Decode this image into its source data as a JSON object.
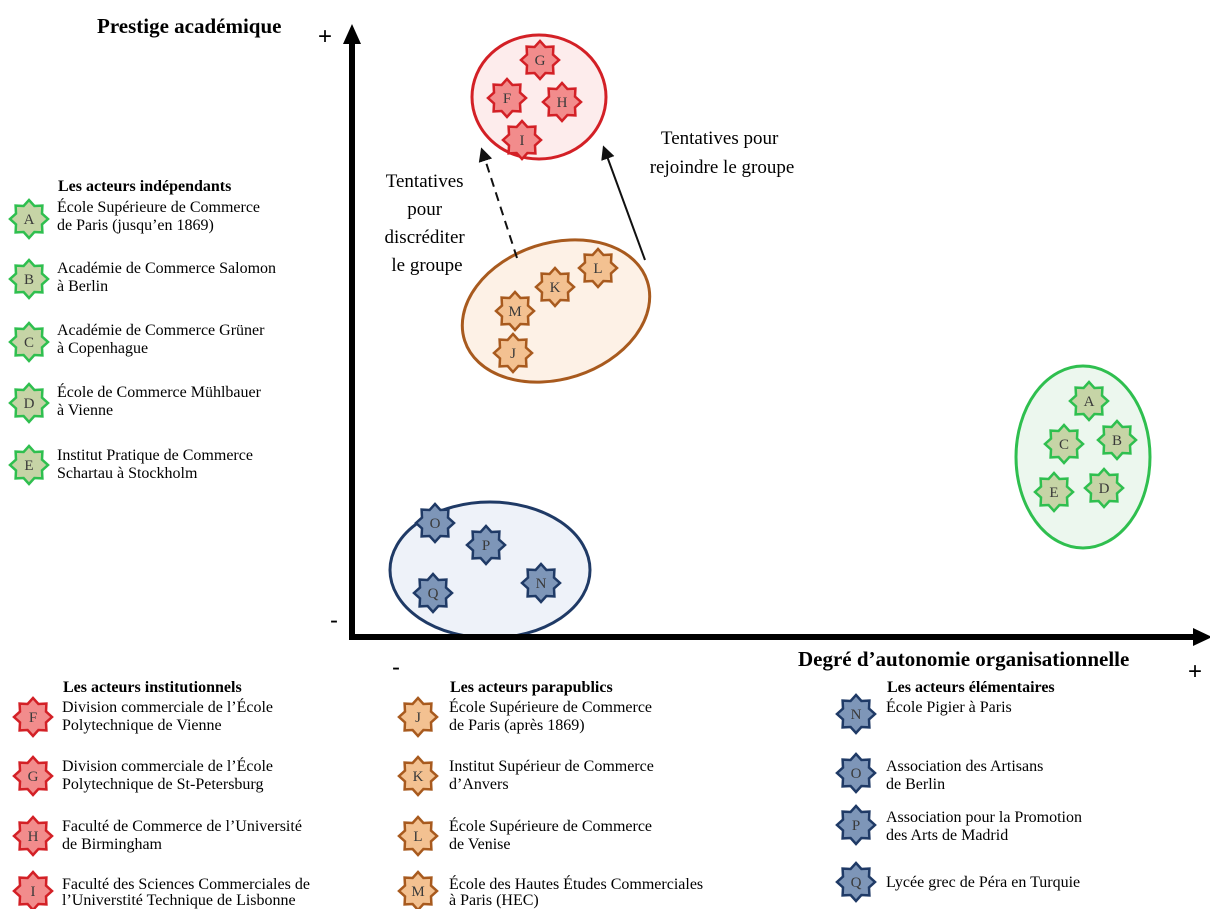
{
  "axes": {
    "y_title": "Prestige académique",
    "x_title": "Degré d’autonomie organisationnelle",
    "y_plus": "+",
    "y_minus": "-",
    "x_minus": "-",
    "x_plus": "+"
  },
  "annotations": {
    "discredit": [
      "Tentatives",
      "pour",
      "discréditer",
      "le groupe"
    ],
    "join": [
      "Tentatives pour",
      "rejoindre le groupe"
    ]
  },
  "colors": {
    "red": "#d32026",
    "red_fill": "#f28c8c",
    "red_bg": "#fdecec",
    "orange": "#a85a1e",
    "orange_fill": "#f3c191",
    "orange_bg": "#fdf1e6",
    "green": "#2fbf4f",
    "green_fill": "#c6d4a6",
    "green_bg": "#ecf7ee",
    "blue": "#1f3a66",
    "blue_fill": "#7e96b8",
    "blue_bg": "#eef2f9"
  },
  "groups": {
    "independants": {
      "title": "Les acteurs indépendants",
      "items": [
        {
          "letter": "A",
          "lines": [
            "École Supérieure de Commerce",
            "de Paris (jusqu’en 1869)"
          ]
        },
        {
          "letter": "B",
          "lines": [
            "Académie de Commerce Salomon",
            "à Berlin"
          ]
        },
        {
          "letter": "C",
          "lines": [
            "Académie de Commerce Grüner",
            "à Copenhague"
          ]
        },
        {
          "letter": "D",
          "lines": [
            "École de Commerce Mühlbauer",
            "à Vienne"
          ]
        },
        {
          "letter": "E",
          "lines": [
            "Institut Pratique de Commerce",
            "Schartau à Stockholm"
          ]
        }
      ]
    },
    "institutionnels": {
      "title": "Les acteurs institutionnels",
      "items": [
        {
          "letter": "F",
          "lines": [
            "Division commerciale de l’École",
            "Polytechnique de Vienne"
          ]
        },
        {
          "letter": "G",
          "lines": [
            "Division commerciale de l’École",
            "Polytechnique de St-Petersburg"
          ]
        },
        {
          "letter": "H",
          "lines": [
            "Faculté de Commerce de l’Université",
            "de Birmingham"
          ]
        },
        {
          "letter": "I",
          "lines": [
            "Faculté des Sciences Commerciales de",
            "l’Universtité Technique de Lisbonne"
          ]
        }
      ]
    },
    "parapublics": {
      "title": "Les acteurs parapublics",
      "items": [
        {
          "letter": "J",
          "lines": [
            "École Supérieure de Commerce",
            "de Paris (après 1869)"
          ]
        },
        {
          "letter": "K",
          "lines": [
            "Institut Supérieur de Commerce",
            "d’Anvers"
          ]
        },
        {
          "letter": "L",
          "lines": [
            "École Supérieure de Commerce",
            "de Venise"
          ]
        },
        {
          "letter": "M",
          "lines": [
            "École des Hautes Études Commerciales",
            "à Paris (HEC)"
          ]
        }
      ]
    },
    "elementaires": {
      "title": "Les acteurs élémentaires",
      "items": [
        {
          "letter": "N",
          "lines": [
            "École Pigier à Paris"
          ]
        },
        {
          "letter": "O",
          "lines": [
            "Association des Artisans",
            "de Berlin"
          ]
        },
        {
          "letter": "P",
          "lines": [
            "Association pour la Promotion",
            "des Arts  de Madrid"
          ]
        },
        {
          "letter": "Q",
          "lines": [
            "Lycée grec de Péra en Turquie"
          ]
        }
      ]
    }
  }
}
